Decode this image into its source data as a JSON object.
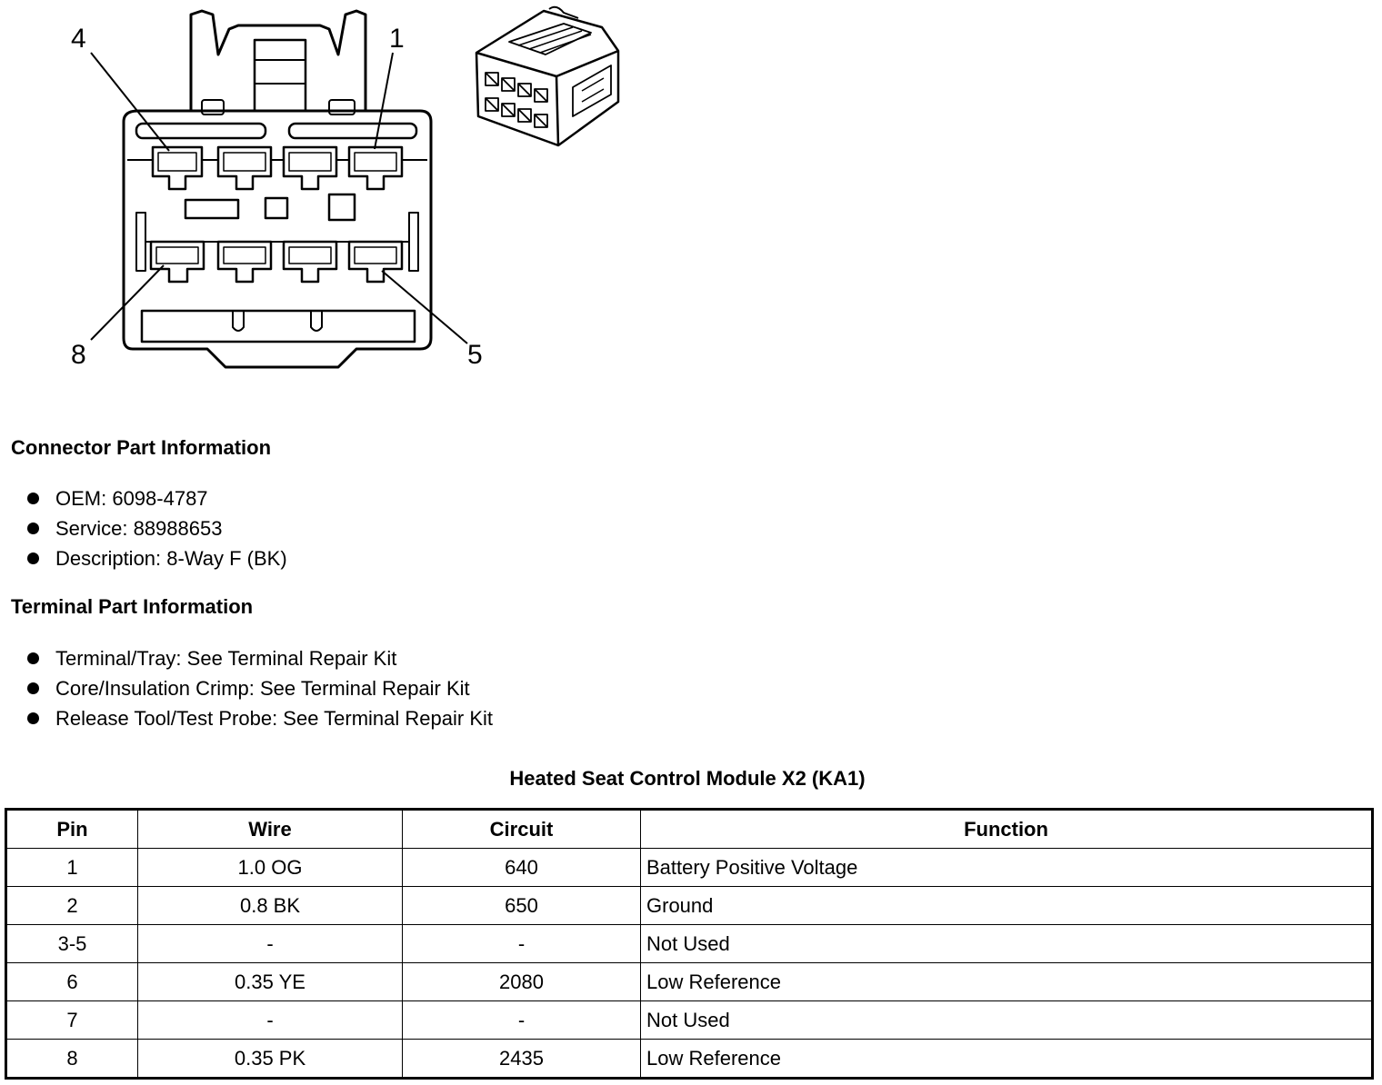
{
  "diagram": {
    "callouts": {
      "pin4": "4",
      "pin1": "1",
      "pin8": "8",
      "pin5": "5"
    }
  },
  "connector_info": {
    "title": "Connector Part Information",
    "items": [
      "OEM: 6098-4787",
      "Service: 88988653",
      "Description: 8-Way F (BK)"
    ]
  },
  "terminal_info": {
    "title": "Terminal Part Information",
    "items": [
      "Terminal/Tray: See Terminal Repair Kit",
      "Core/Insulation Crimp: See Terminal Repair Kit",
      "Release Tool/Test Probe: See Terminal Repair Kit"
    ]
  },
  "table": {
    "title": "Heated Seat Control Module X2 (KA1)",
    "headers": [
      "Pin",
      "Wire",
      "Circuit",
      "Function"
    ],
    "rows": [
      [
        "1",
        "1.0 OG",
        "640",
        "Battery Positive Voltage"
      ],
      [
        "2",
        "0.8 BK",
        "650",
        "Ground"
      ],
      [
        "3-5",
        "-",
        "-",
        "Not Used"
      ],
      [
        "6",
        "0.35 YE",
        "2080",
        "Low Reference"
      ],
      [
        "7",
        "-",
        "-",
        "Not Used"
      ],
      [
        "8",
        "0.35 PK",
        "2435",
        "Low Reference"
      ]
    ]
  }
}
